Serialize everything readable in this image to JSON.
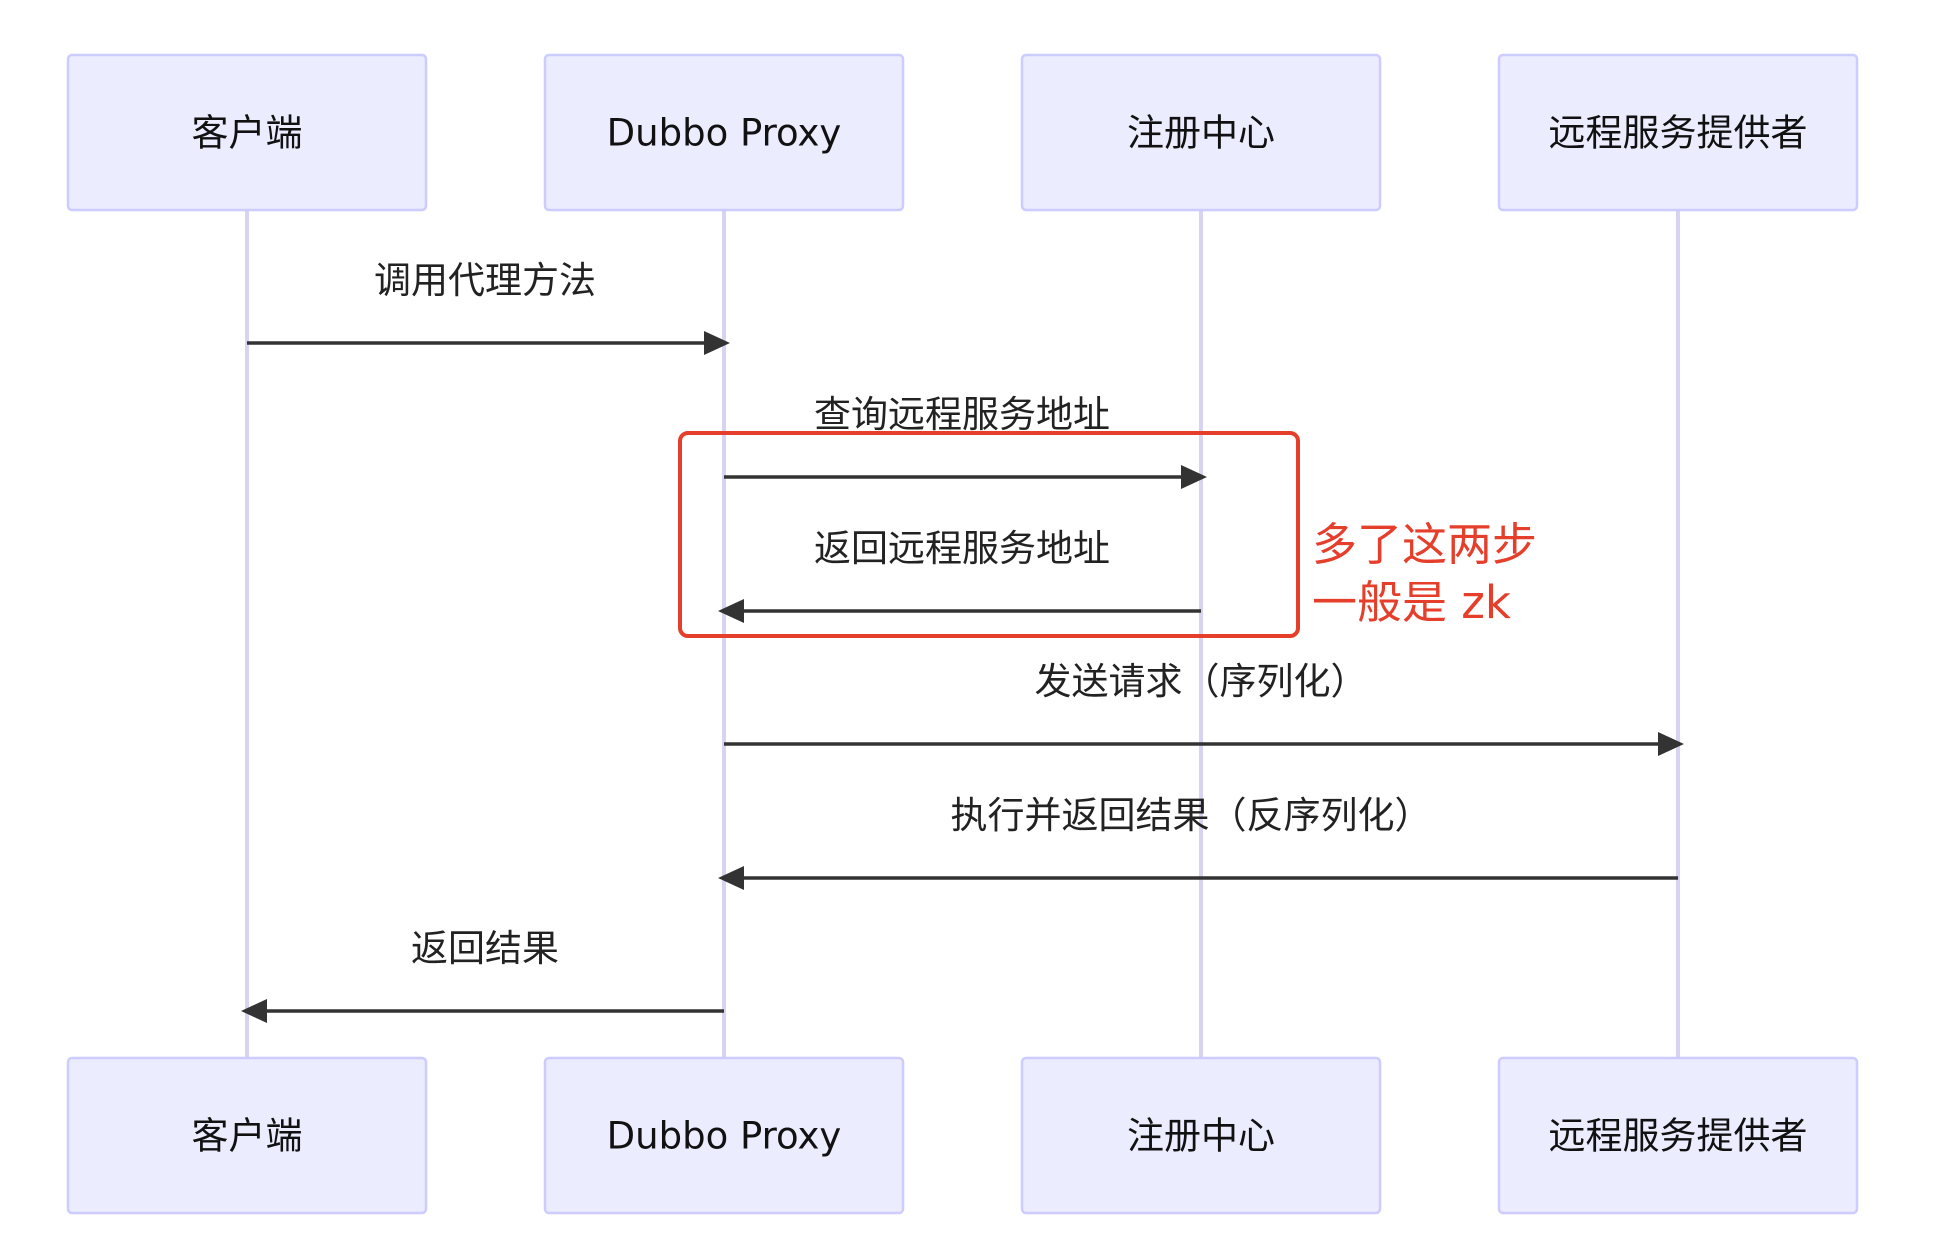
{
  "participants": [
    {
      "id": "client",
      "label": "客户端"
    },
    {
      "id": "proxy",
      "label": "Dubbo Proxy"
    },
    {
      "id": "registry",
      "label": "注册中心"
    },
    {
      "id": "provider",
      "label": "远程服务提供者"
    }
  ],
  "messages": [
    {
      "from": "client",
      "to": "proxy",
      "label": "调用代理方法"
    },
    {
      "from": "proxy",
      "to": "registry",
      "label": "查询远程服务地址"
    },
    {
      "from": "registry",
      "to": "proxy",
      "label": "返回远程服务地址"
    },
    {
      "from": "proxy",
      "to": "provider",
      "label": "发送请求（序列化）"
    },
    {
      "from": "provider",
      "to": "proxy",
      "label": "执行并返回结果（反序列化）"
    },
    {
      "from": "proxy",
      "to": "client",
      "label": "返回结果"
    }
  ],
  "annotation": {
    "line1": "多了这两步",
    "line2": "一般是 zk",
    "color": "#E53E2B"
  },
  "colors": {
    "actor_fill": "#ECECFF",
    "actor_stroke": "#CCCCFF",
    "lifeline": "#D9D2F0",
    "arrow": "#333333"
  }
}
